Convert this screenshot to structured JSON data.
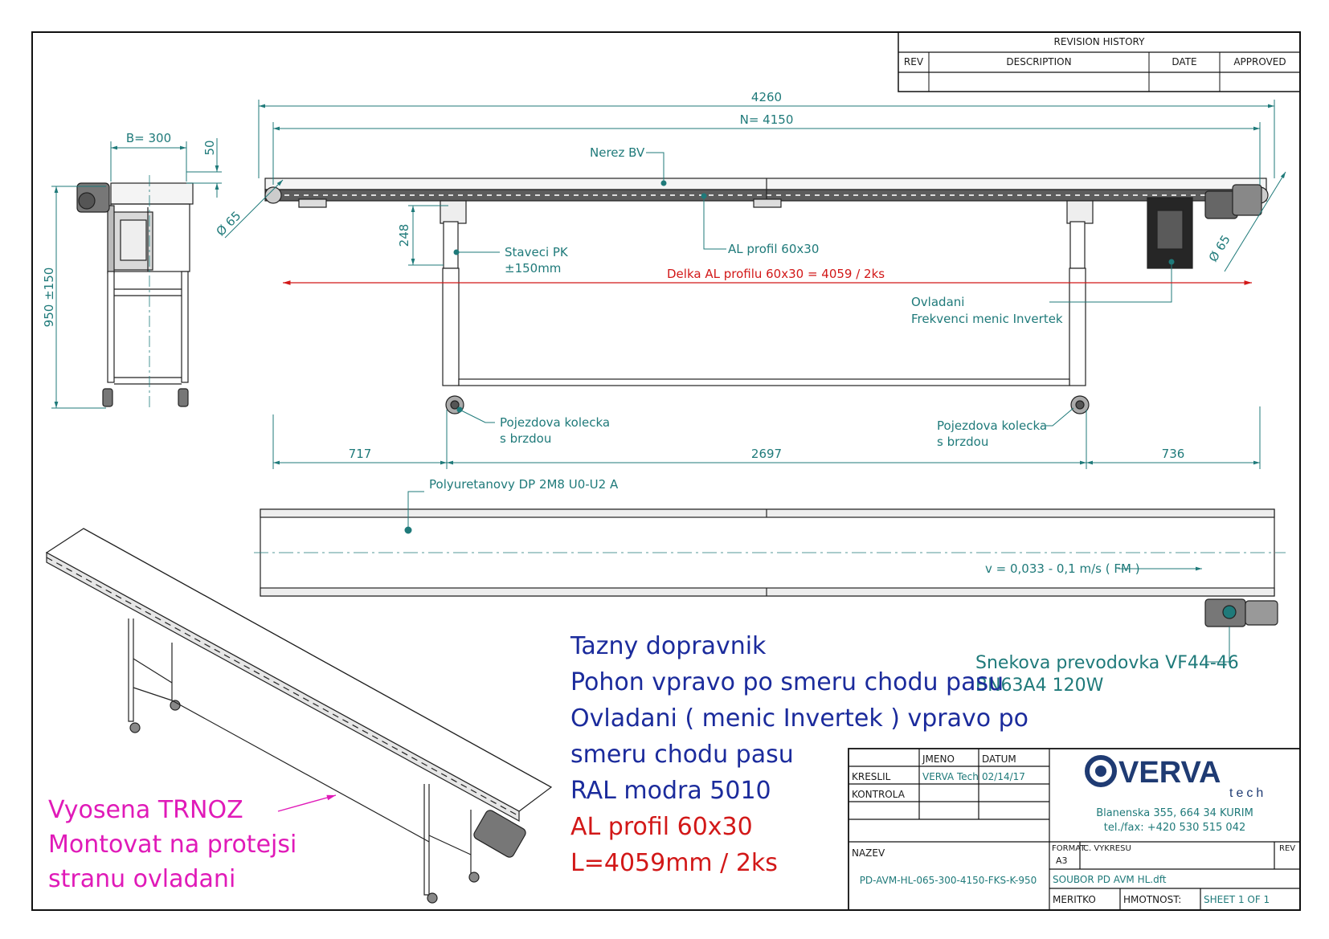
{
  "revision": {
    "title": "REVISION HISTORY",
    "columns": [
      "REV",
      "DESCRIPTION",
      "DATE",
      "APPROVED"
    ]
  },
  "dimensions": {
    "overall": "4260",
    "n": "N= 4150",
    "b": "B= 300",
    "d50": "50",
    "height": "950 ±150",
    "d248": "248",
    "dia_left": "Ø 65",
    "dia_right": "Ø 65",
    "d717": "717",
    "d2697": "2697",
    "d736": "736"
  },
  "labels": {
    "nerez": "Nerez BV",
    "al_profil": "AL profil 60x30",
    "staveci_1": "Staveci PK",
    "staveci_2": "±150mm",
    "delka": "Delka AL profilu 60x30 = 4059 / 2ks",
    "ovladani_1": "Ovladani",
    "ovladani_2": "Frekvenci menic Invertek",
    "kolecka_left_1": "Pojezdova kolecka",
    "kolecka_left_2": "s brzdou",
    "kolecka_right_1": "Pojezdova kolecka",
    "kolecka_right_2": "s brzdou",
    "belt": "Polyuretanovy DP 2M8 U0-U2 A",
    "speed": "v = 0,033 - 0,1 m/s ( FM )",
    "gear_1": "Snekova prevodovka VF44-46",
    "gear_2": "BN63A4 120W"
  },
  "notes": {
    "blue": [
      "Tazny dopravnik",
      "Pohon vpravo po smeru chodu pasu",
      "Ovladani ( menic Invertek ) vpravo po",
      "smeru chodu pasu",
      "RAL modra 5010"
    ],
    "red": [
      "AL profil 60x30",
      "L=4059mm / 2ks"
    ],
    "magenta": [
      "Vyosena TRNOZ",
      "Montovat na protejsi",
      "stranu ovladani"
    ]
  },
  "title_block": {
    "col_name": "JMENO",
    "col_date": "DATUM",
    "row_kreslil": "KRESLIL",
    "kreslil_name": "VERVA Tech",
    "kreslil_date": "02/14/17",
    "row_kontrola": "KONTROLA",
    "nazev_label": "NAZEV",
    "nazev_value": "PD-AVM-HL-065-300-4150-FKS-K-950",
    "format_label": "FORMAT",
    "format_value": "A3",
    "cislo_label": "C. VYKRESU",
    "rev_label": "REV",
    "soubor": "SOUBOR PD AVM HL.dft",
    "meritko": "MERITKO",
    "hmotnost": "HMOTNOST:",
    "sheet": "SHEET 1 OF 1",
    "logo_main": "VERVA",
    "logo_sub": "tech",
    "address": "Blanenska 355, 664 34 KURIM",
    "phone": "tel./fax: +420 530 515 042"
  },
  "colors": {
    "dimension": "#1f7a7a",
    "note_blue": "#1b2b9c",
    "note_red": "#d21818",
    "note_magenta": "#e01ab8",
    "logo": "#1f3b73"
  }
}
